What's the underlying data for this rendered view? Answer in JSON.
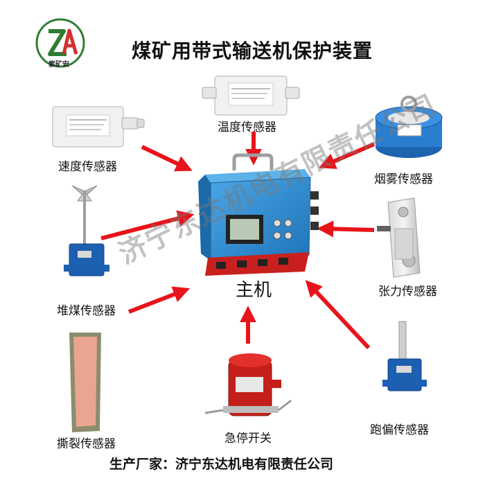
{
  "title": "煤矿用带式输送机保护装置",
  "logo": {
    "text": "紫矿安",
    "mark": "ZA"
  },
  "center": {
    "label": "主机"
  },
  "devices": {
    "speed": "速度传感器",
    "temperature": "温度传感器",
    "smoke": "烟雾传感器",
    "coal_pile": "堆煤传感器",
    "tension": "张力传感器",
    "tear": "撕裂传感器",
    "emergency_stop": "急停开关",
    "deviation": "跑偏传感器"
  },
  "watermark": "济宁东达机电有限责任公司",
  "footer": "生产厂家：济宁东达机电有限责任公司",
  "colors": {
    "arrow": "#e8141b",
    "housing_blue": "#2f8fd3",
    "base_red": "#c8201e",
    "logo_green": "#2e7d32",
    "logo_red": "#d32f2f"
  }
}
